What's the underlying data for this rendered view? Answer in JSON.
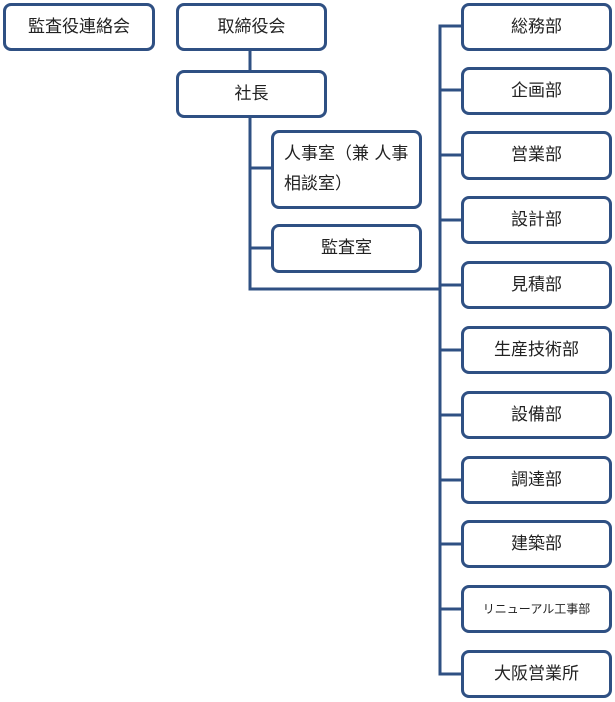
{
  "org_chart": {
    "audit_committee": "監査役連絡会",
    "board": "取締役会",
    "president": "社長",
    "hr_office": "人事室（兼 人事相談室）",
    "audit_office": "監査室",
    "departments": [
      "総務部",
      "企画部",
      "営業部",
      "設計部",
      "見積部",
      "生産技術部",
      "設備部",
      "調達部",
      "建築部",
      "リニューアル工事部",
      "大阪営業所"
    ]
  },
  "colors": {
    "box_border": "#2f5083",
    "connector": "#2f5083",
    "text": "#222222",
    "background": "#ffffff"
  }
}
